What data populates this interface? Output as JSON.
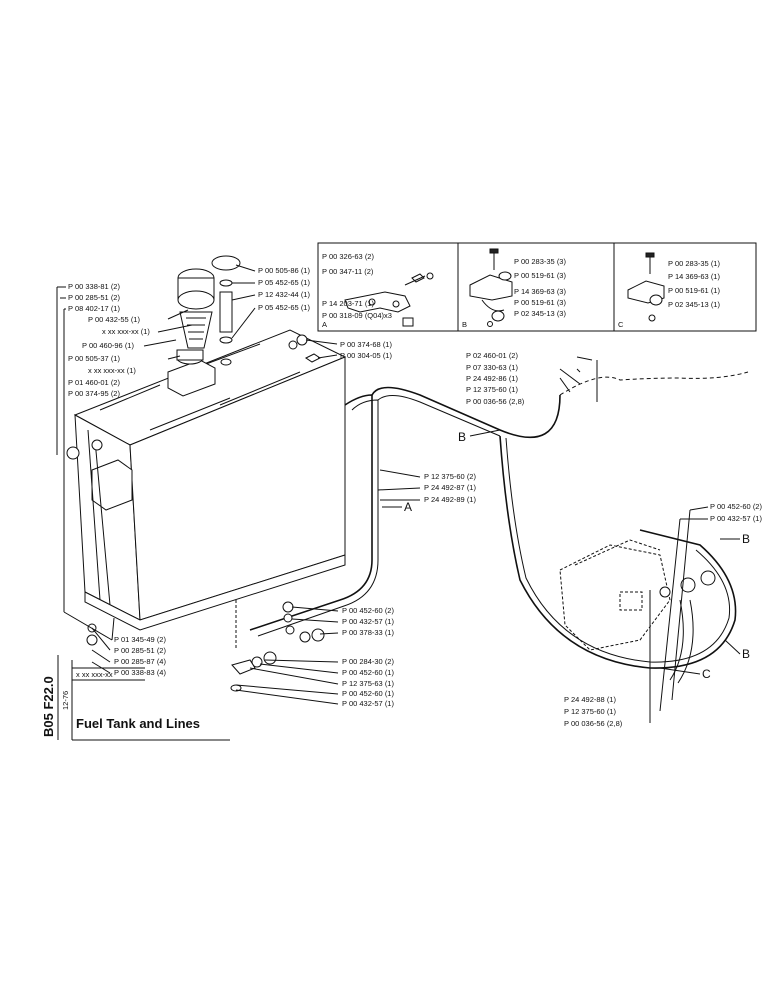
{
  "title": "Fuel Tank and Lines",
  "page_code": "B05 F22.0",
  "date": "12-76",
  "serial": "x xx xxx-xx",
  "left_labels": [
    "P 00 338-81 (2)",
    "P 00 285-51 (2)",
    "P 08 402-17 (1)",
    "P 00 432-55 (1)",
    "x xx xxx-xx (1)",
    "P 00 460-96 (1)",
    "P 00 505-37 (1)",
    "x xx xxx-xx (1)",
    "P 01 460-01 (2)",
    "P 00 374-95 (2)"
  ],
  "cap_labels": [
    "P 00 505-86 (1)",
    "P 05 452-65 (1)",
    "P 12 432-44 (1)",
    "P 05 452-65 (1)"
  ],
  "tank_top_labels": [
    "P 00 374-68 (1)",
    "P 00 304-05 (1)"
  ],
  "detail_a": {
    "letter": "A",
    "labels": [
      "P 00 326-63 (2)",
      "P 00 347-11 (2)",
      "P 14 203-71 (1)",
      "P 00 318-09 (Q04)x3"
    ]
  },
  "detail_b": {
    "letter": "B",
    "labels": [
      "P 00 283-35 (3)",
      "P 00 519-61 (3)",
      "P 14 369-63 (3)",
      "P 00 519-61 (3)",
      "P 02 345-13 (3)"
    ]
  },
  "detail_c": {
    "letter": "C",
    "labels": [
      "P 00 283-35 (1)",
      "P 14 369-63 (1)",
      "P 00 519-61 (1)",
      "P 02 345-13 (1)"
    ]
  },
  "upper_right_labels": [
    "P 02 460-01 (2)",
    "P 07 330-63 (1)",
    "P 24 492-86 (1)",
    "P 12 375-60 (1)",
    "P 00 036-56 (2,8)"
  ],
  "mid_labels": [
    "P 12 375-60 (2)",
    "P 24 492-87 (1)",
    "P 24 492-89 (1)"
  ],
  "pump_labels": [
    "P 00 452-60 (2)",
    "P 00 432-57 (1)"
  ],
  "bottom_right_labels": [
    "P 24 492-88 (1)",
    "P 12 375-60 (1)",
    "P 00 036-56 (2,8)"
  ],
  "bottom_left_labels": [
    "P 01 345-49 (2)",
    "P 00 285-51 (2)",
    "P 00 285-87 (4)",
    "P 00 338-83 (4)"
  ],
  "bottom_center_labels": [
    "P 00 452-60 (2)",
    "P 00 432-57 (1)",
    "P 00 378-33 (1)",
    "P 00 284-30 (2)",
    "P 00 452-60 (1)",
    "P 12 375-63 (1)",
    "P 00 452-60 (1)",
    "P 00 432-57 (1)"
  ],
  "callouts": {
    "a": "A",
    "b1": "B",
    "b2": "B",
    "b3": "B",
    "c": "C"
  }
}
